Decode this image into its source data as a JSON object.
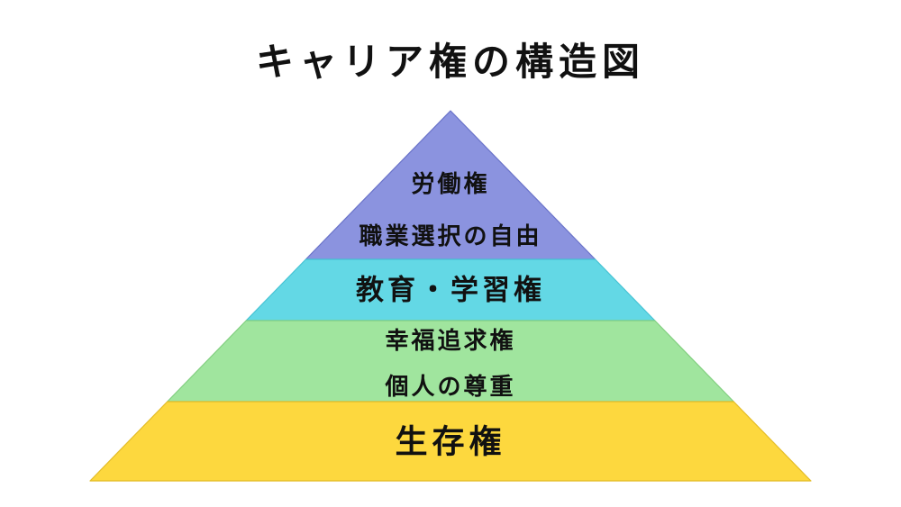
{
  "title": "キャリア権の構造図",
  "pyramid": {
    "layers": [
      {
        "name": "labor-rights",
        "color": "#8B93DF",
        "labels": [
          "労働権",
          "職業選択の自由"
        ]
      },
      {
        "name": "education-learning-rights",
        "color": "#63D8E5",
        "labels": [
          "教育・学習権"
        ]
      },
      {
        "name": "happiness-individual-rights",
        "color": "#A0E59E",
        "labels": [
          "幸福追求権",
          "個人の尊重"
        ]
      },
      {
        "name": "right-to-life",
        "color": "#FDD83E",
        "labels": [
          "生存権"
        ]
      }
    ]
  },
  "colors": {
    "background": "#FFFFFF",
    "text": "#111111"
  }
}
